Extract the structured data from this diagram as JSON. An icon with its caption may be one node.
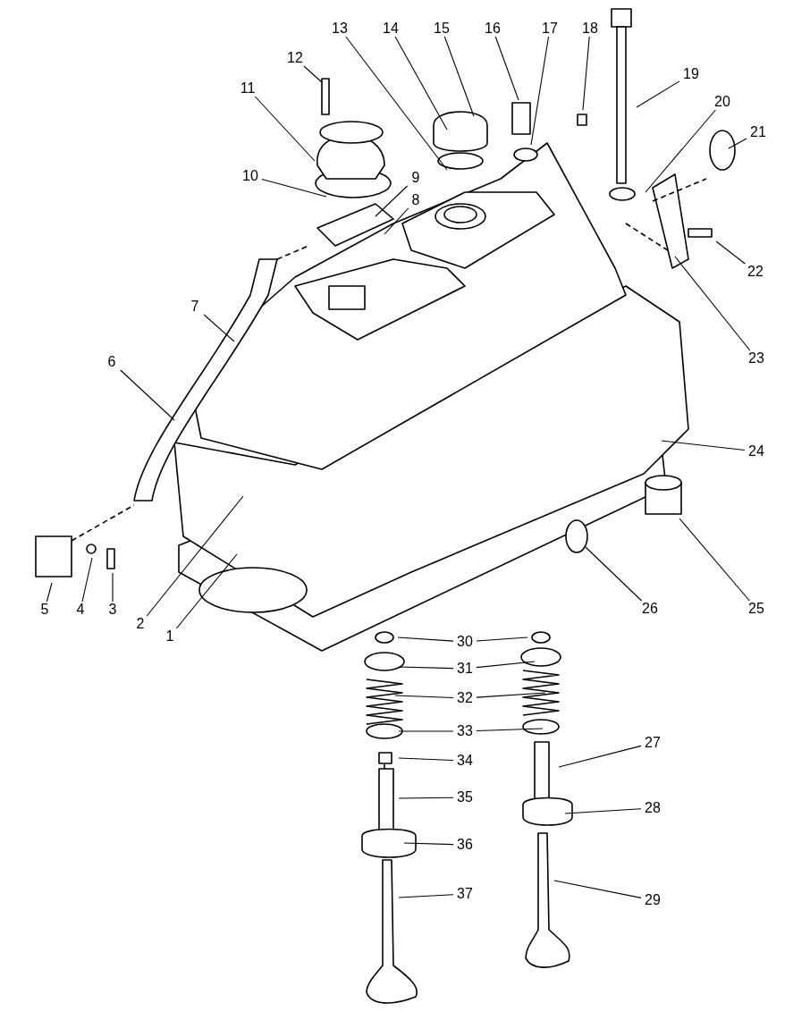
{
  "diagram": {
    "nodes": [
      {
        "text": [
          "1"
        ]
      },
      {
        "text": [
          "2"
        ]
      },
      {
        "text": [
          "3"
        ]
      },
      {
        "text": [
          "4"
        ]
      },
      {
        "text": [
          "5"
        ]
      },
      {
        "text": [
          "6"
        ]
      },
      {
        "text": [
          "7"
        ]
      },
      {
        "text": [
          "8"
        ]
      },
      {
        "text": [
          "9"
        ]
      },
      {
        "text": [
          "10"
        ]
      },
      {
        "text": [
          "11"
        ]
      },
      {
        "text": [
          "12"
        ]
      },
      {
        "text": [
          "13"
        ]
      },
      {
        "text": [
          "14"
        ]
      },
      {
        "text": [
          "15"
        ]
      },
      {
        "text": [
          "16"
        ]
      },
      {
        "text": [
          "17"
        ]
      },
      {
        "text": [
          "18"
        ]
      },
      {
        "text": [
          "19"
        ]
      },
      {
        "text": [
          "20"
        ]
      },
      {
        "text": [
          "21"
        ]
      },
      {
        "text": [
          "22"
        ]
      },
      {
        "text": [
          "23"
        ]
      },
      {
        "text": [
          "24"
        ]
      },
      {
        "text": [
          "25"
        ]
      },
      {
        "text": [
          "26"
        ]
      },
      {
        "text": [
          "27"
        ]
      },
      {
        "text": [
          "28"
        ]
      },
      {
        "text": [
          "29"
        ]
      },
      {
        "text": [
          "30"
        ]
      },
      {
        "text": [
          "31"
        ]
      },
      {
        "text": [
          "32"
        ]
      },
      {
        "text": [
          "33"
        ]
      },
      {
        "text": [
          "34"
        ]
      },
      {
        "text": [
          "35"
        ]
      },
      {
        "text": [
          "36"
        ]
      },
      {
        "text": [
          "37"
        ]
      }
    ],
    "edges": [
      {
        "from": 0,
        "to": null,
        "arrow": "none"
      },
      {
        "from": 1,
        "to": null,
        "arrow": "none"
      },
      {
        "from": 2,
        "to": null,
        "arrow": "none"
      },
      {
        "from": 3,
        "to": null,
        "arrow": "none"
      },
      {
        "from": 4,
        "to": null,
        "arrow": "none"
      },
      {
        "from": 5,
        "to": null,
        "arrow": "none"
      },
      {
        "from": 6,
        "to": null,
        "arrow": "none"
      },
      {
        "from": 7,
        "to": null,
        "arrow": "none"
      },
      {
        "from": 8,
        "to": null,
        "arrow": "none"
      },
      {
        "from": 9,
        "to": null,
        "arrow": "none"
      },
      {
        "from": 10,
        "to": null,
        "arrow": "none"
      },
      {
        "from": 11,
        "to": null,
        "arrow": "none"
      },
      {
        "from": 12,
        "to": null,
        "arrow": "none"
      },
      {
        "from": 13,
        "to": null,
        "arrow": "none"
      },
      {
        "from": 14,
        "to": null,
        "arrow": "none"
      },
      {
        "from": 15,
        "to": null,
        "arrow": "none"
      },
      {
        "from": 16,
        "to": null,
        "arrow": "none"
      },
      {
        "from": 17,
        "to": null,
        "arrow": "none"
      },
      {
        "from": 18,
        "to": null,
        "arrow": "none"
      },
      {
        "from": 19,
        "to": null,
        "arrow": "none"
      },
      {
        "from": 20,
        "to": null,
        "arrow": "none"
      },
      {
        "from": 21,
        "to": null,
        "arrow": "none"
      },
      {
        "from": 22,
        "to": null,
        "arrow": "none"
      },
      {
        "from": 23,
        "to": null,
        "arrow": "none"
      },
      {
        "from": 24,
        "to": null,
        "arrow": "none"
      },
      {
        "from": 25,
        "to": null,
        "arrow": "none"
      },
      {
        "from": 26,
        "to": null,
        "arrow": "none"
      },
      {
        "from": 27,
        "to": null,
        "arrow": "none"
      },
      {
        "from": 28,
        "to": null,
        "arrow": "none"
      },
      {
        "from": 29,
        "to": null,
        "arrow": "none"
      },
      {
        "from": 29,
        "to": null,
        "arrow": "none"
      },
      {
        "from": 30,
        "to": null,
        "arrow": "none"
      },
      {
        "from": 30,
        "to": null,
        "arrow": "none"
      },
      {
        "from": 31,
        "to": null,
        "arrow": "none"
      },
      {
        "from": 31,
        "to": null,
        "arrow": "none"
      },
      {
        "from": 32,
        "to": null,
        "arrow": "none"
      },
      {
        "from": 32,
        "to": null,
        "arrow": "none"
      },
      {
        "from": 33,
        "to": null,
        "arrow": "none"
      },
      {
        "from": 34,
        "to": null,
        "arrow": "none"
      },
      {
        "from": 35,
        "to": null,
        "arrow": "none"
      },
      {
        "from": 36,
        "to": null,
        "arrow": "none"
      }
    ]
  }
}
